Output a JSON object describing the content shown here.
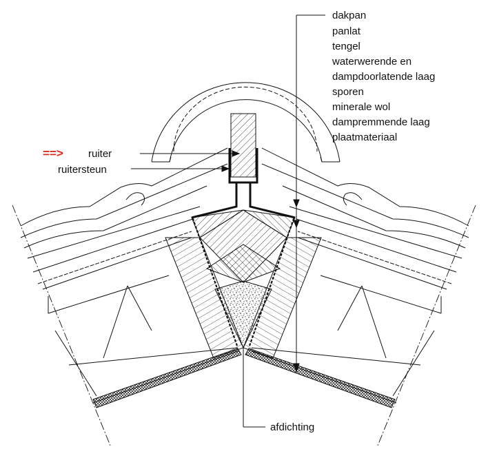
{
  "labels": {
    "layers": [
      "dakpan",
      "panlat",
      "tengel",
      "waterwerende en",
      "dampdoorlatende laag",
      "sporen",
      "minerale wol",
      "dampremmende laag",
      "plaatmateriaal"
    ],
    "arrow": "==>",
    "ruiter": "ruiter",
    "ruitersteun": "ruitersteun",
    "afdichting": "afdichting"
  },
  "colors": {
    "line": "#111111",
    "arrow": "#e1251b",
    "background": "#ffffff"
  }
}
